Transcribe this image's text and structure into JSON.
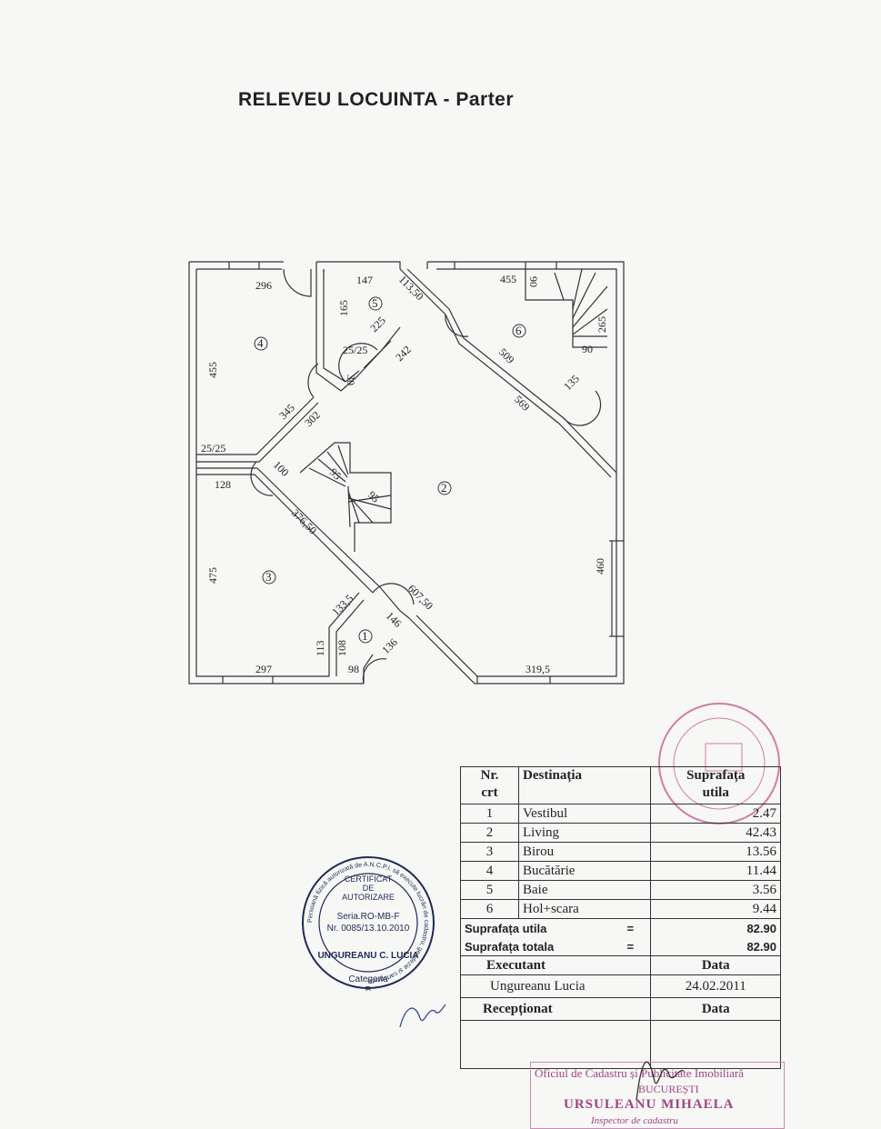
{
  "title": "RELEVEU LOCUINTA  -  Parter",
  "plan": {
    "rooms": [
      {
        "num": "1"
      },
      {
        "num": "2"
      },
      {
        "num": "3"
      },
      {
        "num": "4"
      },
      {
        "num": "5"
      },
      {
        "num": "6"
      }
    ],
    "dimensions": [
      "296",
      "455",
      "345",
      "302",
      "25/25",
      "128",
      "100",
      "95",
      "95",
      "376,50",
      "475",
      "133,5",
      "113",
      "108",
      "98",
      "297",
      "146",
      "136",
      "607,50",
      "460",
      "319,5",
      "147",
      "165",
      "113,50",
      "225",
      "25/25",
      "242",
      "30",
      "455",
      "90",
      "265",
      "90",
      "509",
      "569",
      "135"
    ]
  },
  "table": {
    "headers": {
      "nr": "Nr.",
      "crt": "crt",
      "destinatia": "Destinația",
      "suprafata": "Suprafața",
      "utila": "utila"
    },
    "rows": [
      {
        "nr": "1",
        "destinatia": "Vestibul",
        "suprafata": "2.47"
      },
      {
        "nr": "2",
        "destinatia": "Living",
        "suprafata": "42.43"
      },
      {
        "nr": "3",
        "destinatia": "Birou",
        "suprafata": "13.56"
      },
      {
        "nr": "4",
        "destinatia": "Bucătărie",
        "suprafata": "11.44"
      },
      {
        "nr": "5",
        "destinatia": "Baie",
        "suprafata": "3.56"
      },
      {
        "nr": "6",
        "destinatia": "Hol+scara",
        "suprafata": "9.44"
      }
    ],
    "totals": [
      {
        "label": "Suprafața utila",
        "eq": "=",
        "value": "82.90"
      },
      {
        "label": "Suprafața totala",
        "eq": "=",
        "value": "82.90"
      }
    ],
    "executant_label": "Executant",
    "data_label": "Data",
    "executant_name": "Ungureanu  Lucia",
    "executant_date": "24.02.2011",
    "receptionat_label": "Recepționat",
    "receptionat_data_label": "Data"
  },
  "stamp": {
    "line1": "CERTIFICAT",
    "line2": "DE",
    "line3": "AUTORIZARE",
    "serie": "Seria.RO-MB-F",
    "nr": "Nr. 0085/13.10.2010",
    "name": "UNGUREANU C. LUCIA",
    "cat_label": "Categoria",
    "cat": "B",
    "ring": "Persoană fizică autorizată de A.N.C.P.I. să execute lucrări de cadastru, geodezie și cartografie"
  },
  "office_stamp": {
    "line1": "Oficiul de Cadastru și Publicitate Imobiliară",
    "line2": "BUCUREȘTI",
    "line3": "URSULEANU MIHAELA",
    "line4": "Inspector de cadastru"
  },
  "colors": {
    "ink": "#222222",
    "stamp_blue": "#1e2a55",
    "stamp_red": "#a0457f"
  }
}
